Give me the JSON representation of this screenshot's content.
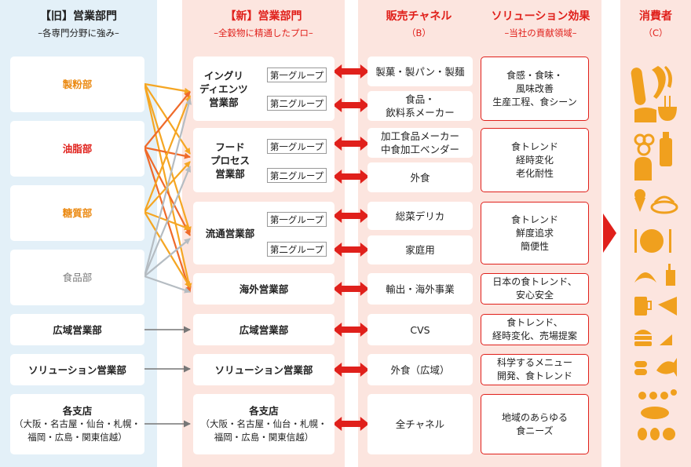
{
  "old": {
    "title": "【旧】営業部門",
    "subtitle": "–各専門分野に強み–",
    "flour": "製粉部",
    "fat": "油脂部",
    "sugar": "糖質部",
    "food": "食品部",
    "regional": "広域営業部",
    "solution": "ソリューション営業部",
    "branch_title": "各支店",
    "branch_detail": "（大阪・名古屋・仙台・札幌・\n福岡・広島・関東信越）"
  },
  "new": {
    "title": "【新】営業部門",
    "subtitle": "–全穀物に精通したプロ–",
    "ingredients": "イングリ\nディエンツ\n営業部",
    "food_process": "フード\nプロセス\n営業部",
    "distribution": "流通営業部",
    "overseas": "海外営業部",
    "regional": "広域営業部",
    "solution": "ソリューション営業部",
    "branch_title": "各支店",
    "branch_detail": "（大阪・名古屋・仙台・札幌・\n福岡・広島・関東信越）",
    "group1": "第一グループ",
    "group2": "第二グループ"
  },
  "channel": {
    "title": "販売チャネル",
    "subtitle": "（B）",
    "items": [
      "製菓・製パン・製麺",
      "食品・\n飲料系メーカー",
      "加工食品メーカー\n中食加工ベンダー",
      "外食",
      "総菜デリカ",
      "家庭用",
      "輸出・海外事業",
      "CVS",
      "外食（広域）",
      "全チャネル"
    ]
  },
  "effect": {
    "title": "ソリューション効果",
    "subtitle": "–当社の貢献領域–",
    "items": [
      "食感・食味・\n風味改善\n生産工程、食シーン",
      "食トレンド\n経時変化\n老化耐性",
      "食トレンド\n鮮度追求\n簡便性",
      "日本の食トレンド、\n安心安全",
      "食トレンド、\n経時変化、売場提案",
      "科学するメニュー\n開発、食トレンド",
      "地域のあらゆる\n食ニーズ"
    ]
  },
  "consumer": {
    "title": "消費者",
    "subtitle": "（C）"
  },
  "colors": {
    "red": "#e0201b",
    "orange": "#eb8a13",
    "old_bg": "#e3f0f8",
    "new_bg": "#fce5df",
    "food_icon": "#f0a01e"
  },
  "icons": [
    "baguette-icon",
    "shrimp-icon",
    "bread-loaf-icon",
    "noodle-bowl-icon",
    "pretzel-icon",
    "bottle-icon",
    "toast-icon",
    "ice-cream-icon",
    "pasta-icon",
    "plate-icon",
    "cutlery-icon",
    "croissant-icon",
    "juice-icon",
    "beer-icon",
    "pizza-icon",
    "burger-icon",
    "cake-icon",
    "sausage-icon",
    "fish-icon",
    "dumpling-icon",
    "pancake-icon",
    "egg-icon",
    "chick-icon"
  ]
}
